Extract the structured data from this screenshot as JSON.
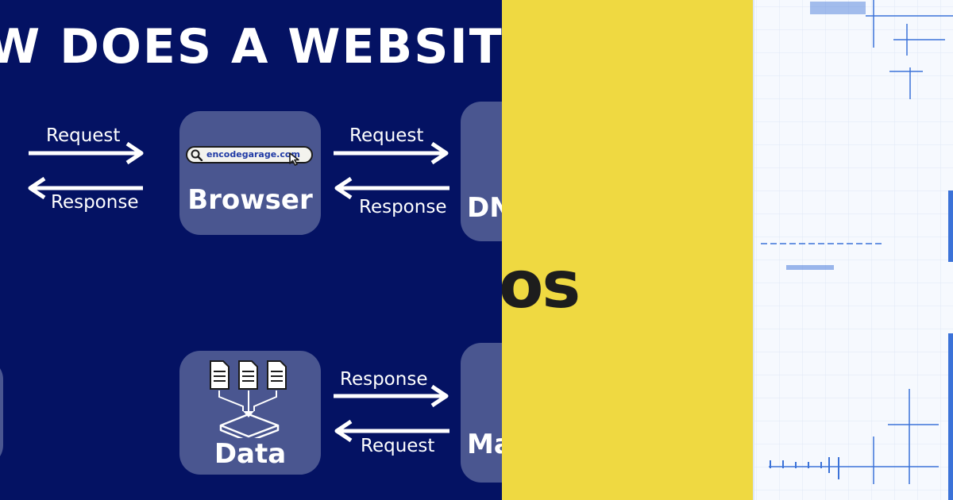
{
  "left": {
    "title": "W DOES A WEBSITE WO",
    "browser_label": "Browser",
    "url_text": "encodegarage.com",
    "data_label": "Data",
    "dns_label": "DN",
    "ma_label": "Ma",
    "arrows": {
      "top_left_request": "Request",
      "top_left_response": "Response",
      "top_right_request": "Request",
      "top_right_response": "Response",
      "bottom_response": "Response",
      "bottom_request": "Request"
    },
    "colors": {
      "background": "#041263",
      "box": "#4a5690",
      "text": "#ffffff"
    }
  },
  "middle": {
    "text": "os",
    "colors": {
      "background": "#efd941",
      "text": "#1d1d1d"
    }
  },
  "right": {
    "colors": {
      "background": "#f6f9fe",
      "grid": "#dfe8f6",
      "accent": "#3b72d8"
    }
  }
}
